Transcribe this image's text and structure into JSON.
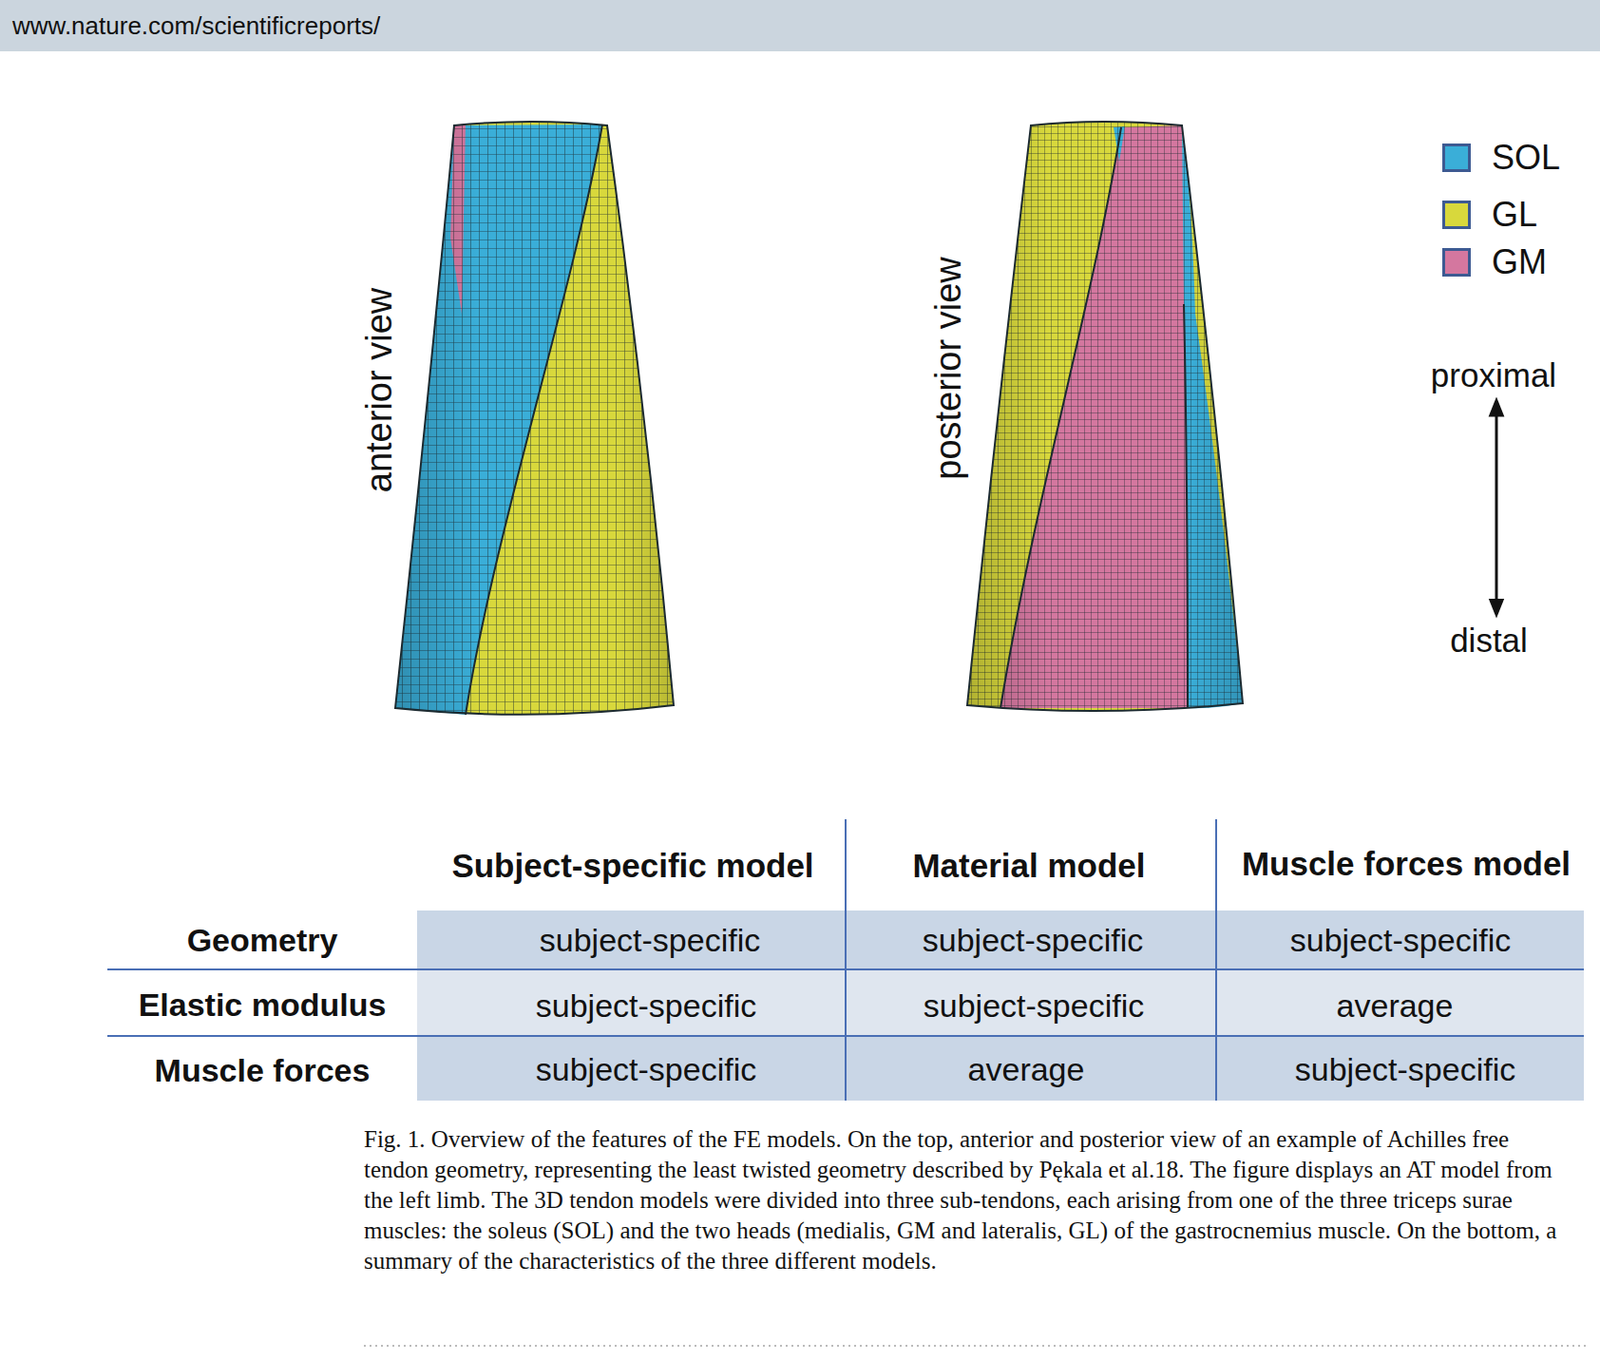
{
  "diagram": {
    "caption": "Fig. 1. Overview of the features of the FE models. On the top, anterior and posterior view of an example of Achilles free tendon geometry, representing the least twisted geometry described by Pękala et al.18. The figure displays an AT model from the left limb. The 3D tendon models were divided into three sub-tendons, each arising from one of the three triceps surae muscles: the soleus (SOL) and the two heads (medialis, GM and lateralis, GL) of the gastrocnemius muscle. On the bottom, a summary of the characteristics of the three different models.",
    "labels": [
      "www.nature.com/scientificreports/",
      "anterior view",
      "posterior view",
      "proximal",
      "distal",
      "Subject-specific model",
      "Material model",
      "Muscle forces model",
      "Geometry",
      "subject-specific",
      "subject-specific",
      "subject-specific",
      "Elastic modulus",
      "subject-specific",
      "subject-specific",
      "average",
      "Muscle forces",
      "subject-specific",
      "average",
      "subject-specific"
    ],
    "legend": [
      {
        "text": "SOL",
        "color": "#3aaed8"
      },
      {
        "text": "GL",
        "color": "#d8d83c"
      },
      {
        "text": "GM",
        "color": "#d4779f"
      }
    ]
  }
}
